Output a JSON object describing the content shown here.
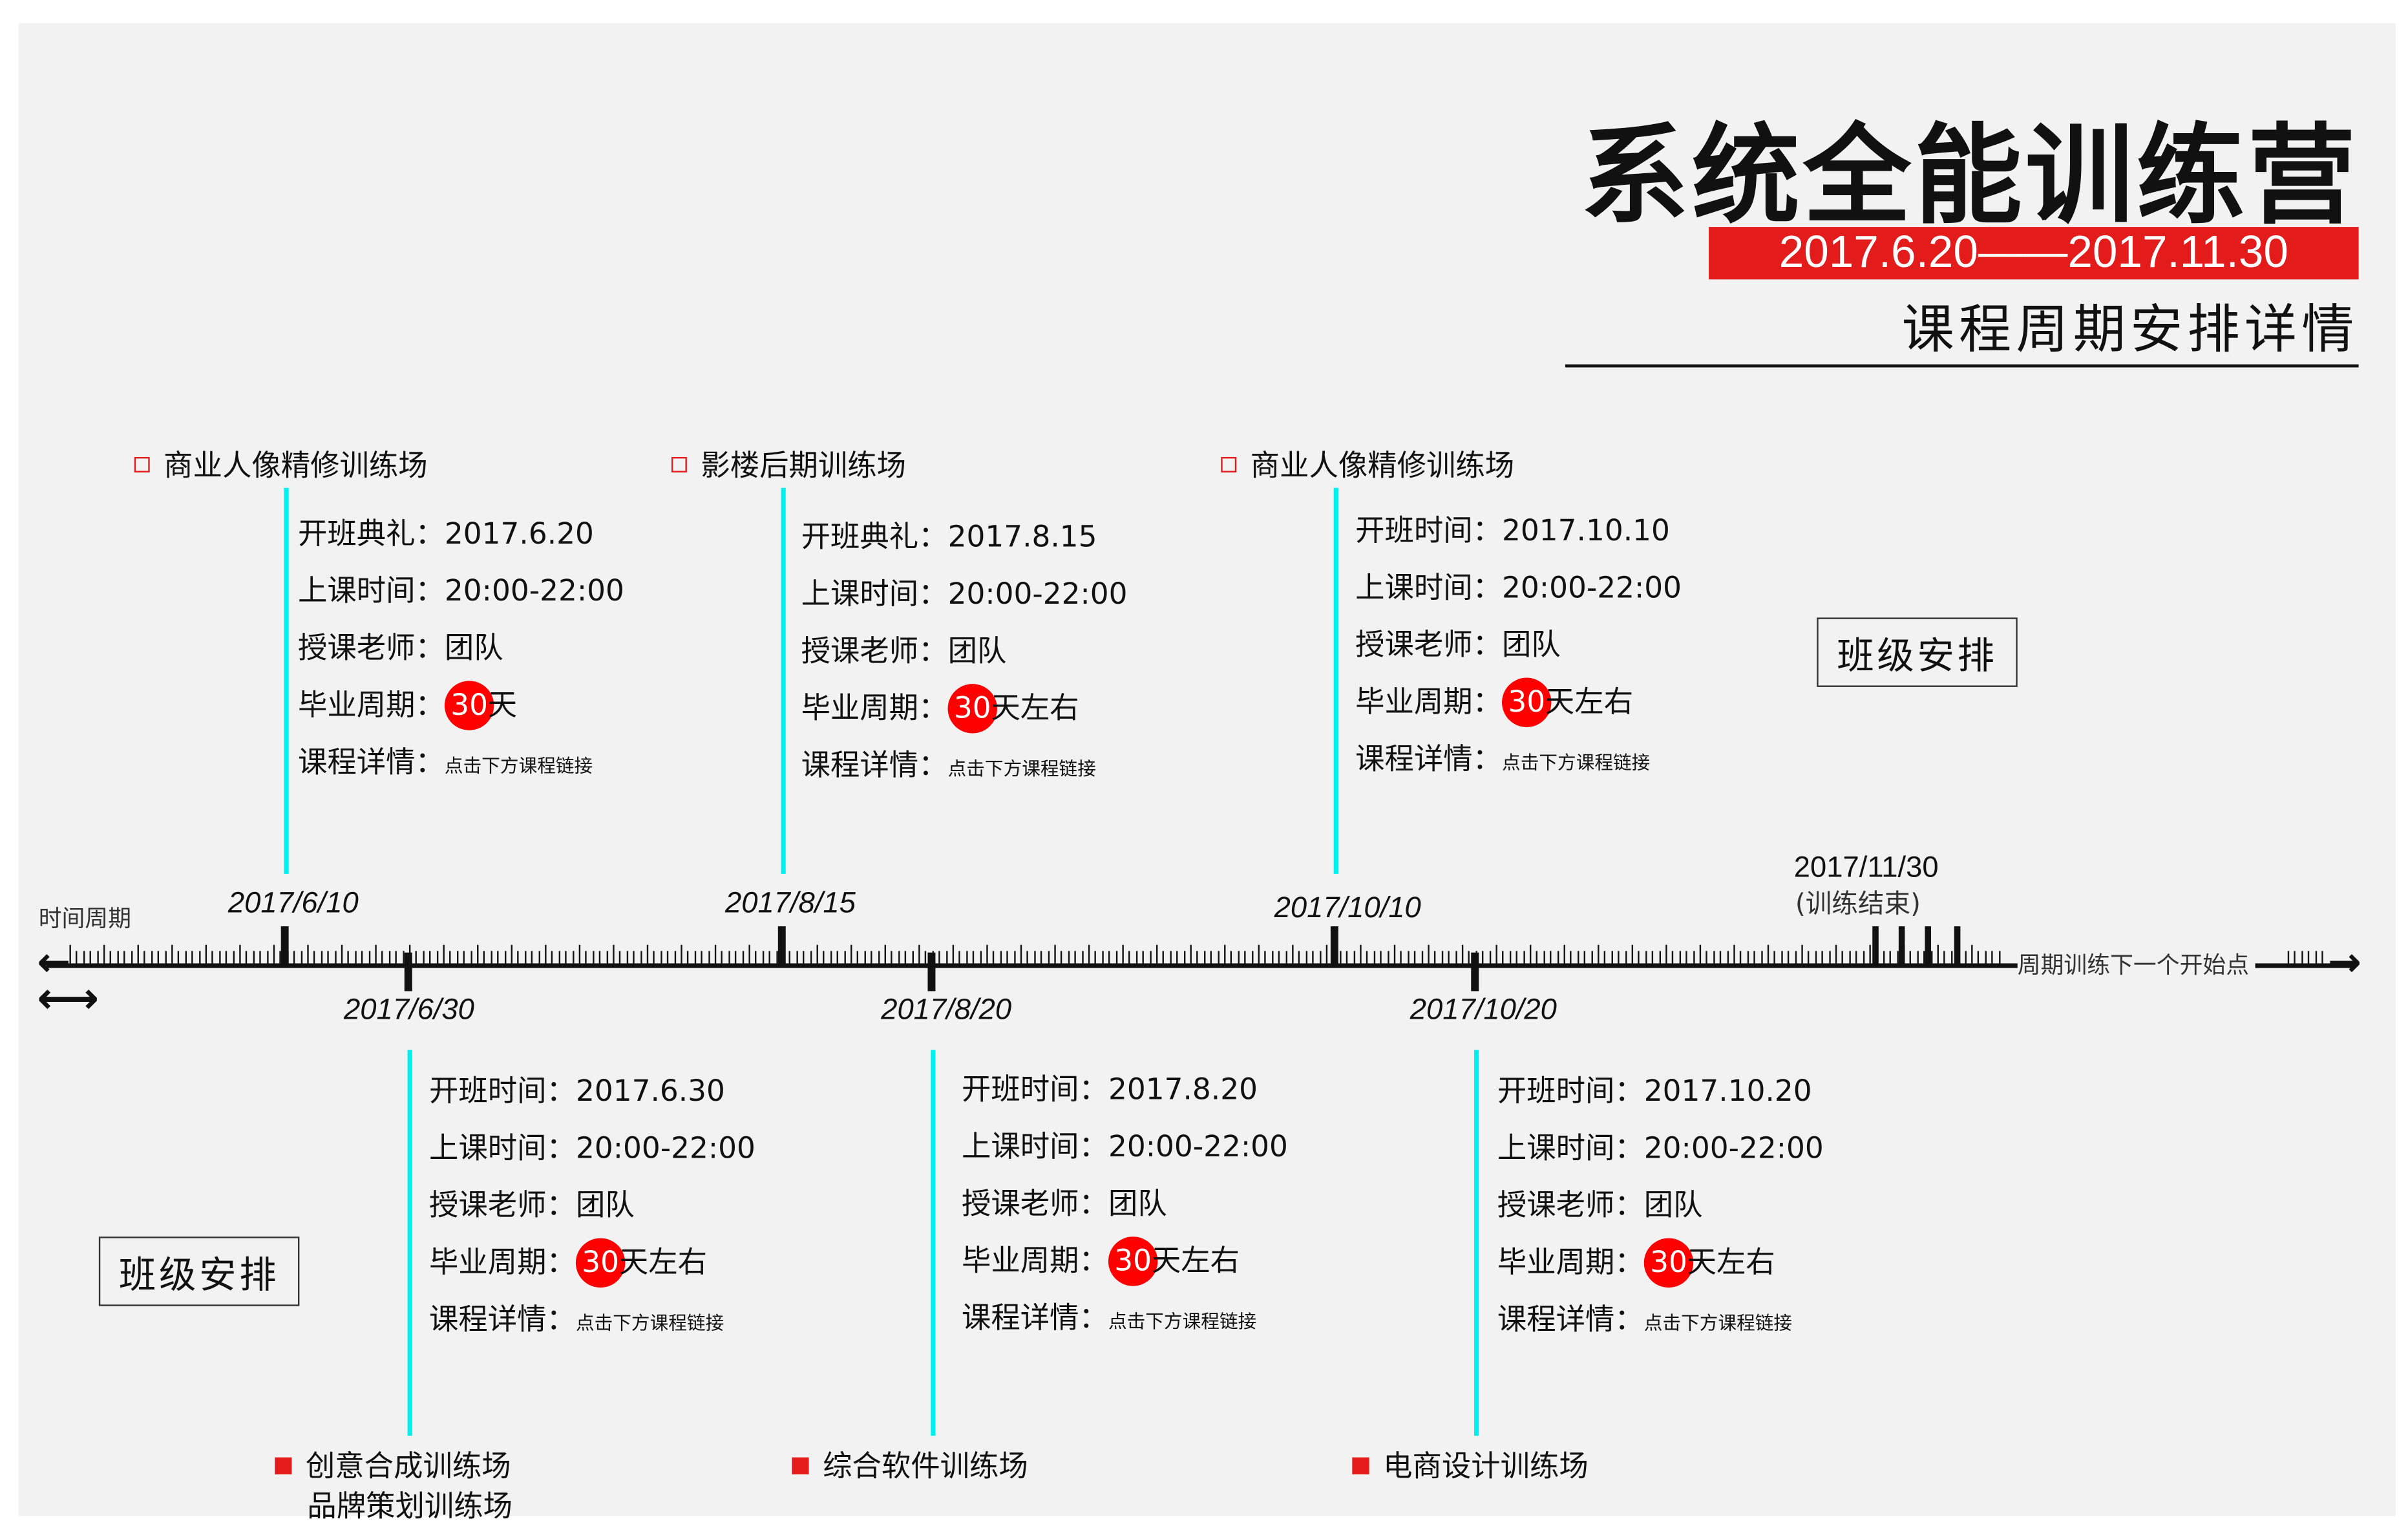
{
  "header": {
    "title": "系统全能训练营",
    "date_range": "2017.6.20——2017.11.30",
    "subtitle": "课程周期安排详情"
  },
  "labels": {
    "class_arrangement": "班级安排",
    "time_cycle": "时间周期",
    "next_start": "周期训练下一个开始点",
    "end_date": "2017/11/30",
    "end_note": "(训练结束)",
    "double_arrow": "⟷"
  },
  "accent_colors": {
    "red": "#e31b1b",
    "cyan": "#00f0f0"
  },
  "top_courses": [
    {
      "name": "商业人像精修训练场",
      "axis_date": "2017/6/10",
      "rows": [
        [
          "开班典礼：",
          "2017.6.20"
        ],
        [
          "上课时间：",
          "20:00-22:00"
        ],
        [
          "授课老师：",
          "团队"
        ]
      ],
      "cycle_label": "毕业周期：",
      "cycle_num": "30",
      "cycle_suffix": "天",
      "detail_label": "课程详情：",
      "detail_value": "点击下方课程链接"
    },
    {
      "name": "影楼后期训练场",
      "axis_date": "2017/8/15",
      "rows": [
        [
          "开班典礼：",
          "2017.8.15"
        ],
        [
          "上课时间：",
          "20:00-22:00"
        ],
        [
          "授课老师：",
          "团队"
        ]
      ],
      "cycle_label": "毕业周期：",
      "cycle_num": "30",
      "cycle_suffix": "天左右",
      "detail_label": "课程详情：",
      "detail_value": "点击下方课程链接"
    },
    {
      "name": "商业人像精修训练场",
      "axis_date": "2017/10/10",
      "rows": [
        [
          "开班时间：",
          "2017.10.10"
        ],
        [
          "上课时间：",
          "20:00-22:00"
        ],
        [
          "授课老师：",
          "团队"
        ]
      ],
      "cycle_label": "毕业周期：",
      "cycle_num": "30",
      "cycle_suffix": "天左右",
      "detail_label": "课程详情：",
      "detail_value": "点击下方课程链接"
    }
  ],
  "bottom_courses": [
    {
      "name": "创意合成训练场",
      "name2": "品牌策划训练场",
      "axis_date": "2017/6/30",
      "rows": [
        [
          "开班时间：",
          "2017.6.30"
        ],
        [
          "上课时间：",
          "20:00-22:00"
        ],
        [
          "授课老师：",
          "团队"
        ]
      ],
      "cycle_label": "毕业周期：",
      "cycle_num": "30",
      "cycle_suffix": "天左右",
      "detail_label": "课程详情：",
      "detail_value": "点击下方课程链接"
    },
    {
      "name": "综合软件训练场",
      "axis_date": "2017/8/20",
      "rows": [
        [
          "开班时间：",
          "2017.8.20"
        ],
        [
          "上课时间：",
          "20:00-22:00"
        ],
        [
          "授课老师：",
          "团队"
        ]
      ],
      "cycle_label": "毕业周期：",
      "cycle_num": "30",
      "cycle_suffix": "天左右",
      "detail_label": "课程详情：",
      "detail_value": "点击下方课程链接"
    },
    {
      "name": "电商设计训练场",
      "axis_date": "2017/10/20",
      "rows": [
        [
          "开班时间：",
          "2017.10.20"
        ],
        [
          "上课时间：",
          "20:00-22:00"
        ],
        [
          "授课老师：",
          "团队"
        ]
      ],
      "cycle_label": "毕业周期：",
      "cycle_num": "30",
      "cycle_suffix": "天左右",
      "detail_label": "课程详情：",
      "detail_value": "点击下方课程链接"
    }
  ]
}
